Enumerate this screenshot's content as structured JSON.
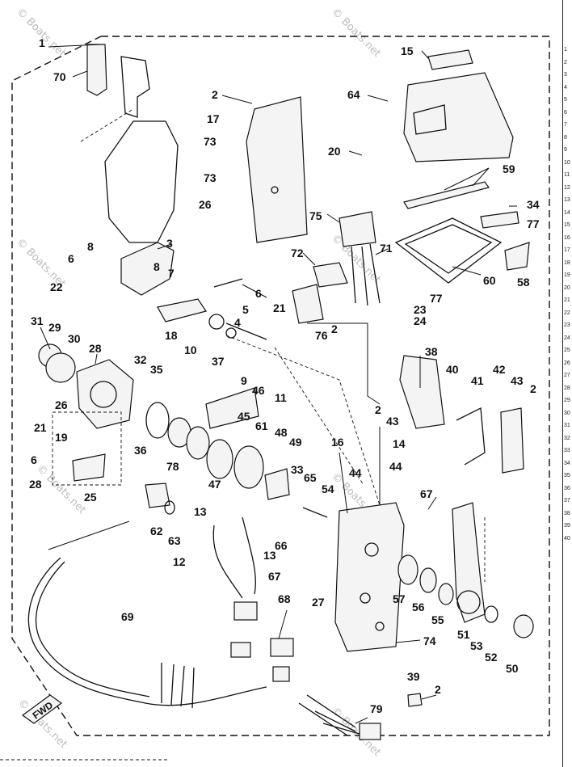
{
  "watermark": "© Boats.net",
  "fwd_label": "FWD",
  "callouts": [
    "1",
    "70",
    "2",
    "17",
    "73",
    "73",
    "26",
    "15",
    "64",
    "20",
    "59",
    "34",
    "77",
    "3",
    "8",
    "8",
    "7",
    "6",
    "22",
    "6",
    "5",
    "4",
    "75",
    "72",
    "71",
    "77",
    "23",
    "24",
    "60",
    "58",
    "21",
    "2",
    "31",
    "29",
    "30",
    "28",
    "18",
    "10",
    "37",
    "9",
    "11",
    "76",
    "32",
    "35",
    "46",
    "45",
    "38",
    "40",
    "41",
    "42",
    "43",
    "2",
    "2",
    "43",
    "26",
    "61",
    "48",
    "49",
    "36",
    "78",
    "47",
    "21",
    "19",
    "6",
    "25",
    "28",
    "16",
    "14",
    "33",
    "44",
    "44",
    "65",
    "54",
    "67",
    "62",
    "63",
    "13",
    "13",
    "12",
    "66",
    "67",
    "57",
    "56",
    "55",
    "51",
    "53",
    "52",
    "50",
    "69",
    "68",
    "27",
    "74",
    "39",
    "2",
    "79"
  ],
  "side_index": [
    "1",
    "2",
    "3",
    "4",
    "5",
    "6",
    "7",
    "8",
    "9",
    "10",
    "11",
    "12",
    "13",
    "14",
    "15",
    "16",
    "17",
    "18",
    "19",
    "20",
    "21",
    "22",
    "23",
    "24",
    "25",
    "26",
    "27",
    "28",
    "29",
    "30",
    "31",
    "32",
    "33",
    "34",
    "35",
    "36",
    "37",
    "38",
    "39",
    "40"
  ]
}
